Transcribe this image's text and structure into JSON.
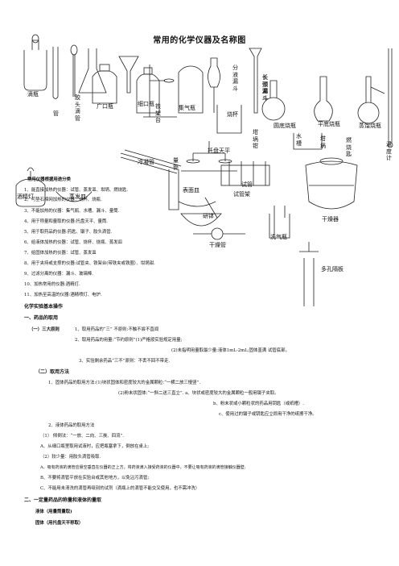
{
  "title": "常用的化学仪器及名称图",
  "apparatus_labels": {
    "dropper_bottle": "滴瓶",
    "tube": "管",
    "dropper": "胶头滴管",
    "wide_mouth": "广口瓶",
    "narrow_mouth": "细口瓶",
    "iron_stand": "铁架台",
    "gas_bottle": "集气瓶",
    "sep_funnel": "分液漏斗",
    "long_funnel": "长颈漏斗",
    "beaker": "烧杯",
    "round_flask": "圆底烧瓶",
    "water_trough": "水槽",
    "flat_flask": "平底烧瓶",
    "distill_flask": "蒸馏烧瓶",
    "thermometer": "温度计",
    "crucible": "坩埚",
    "tongs": "坩埚钳",
    "burner": "燃烧匙",
    "tray_balance": "托盘天平",
    "condenser": "冷凝管",
    "measuring_cyl": "量筒",
    "watch_glass": "表面皿",
    "test_tube": "试管",
    "test_tube_rack": "试管架",
    "mortar": "研钵",
    "dry_tube": "干燥管",
    "desiccator": "干燥器",
    "wash_bottle": "洗气瓶",
    "porous_plate": "多孔隔板",
    "alcohol_lamp": "酒精灯",
    "evap_dish": "蒸发皿"
  },
  "uses_heading": "常用仪器根据用途分类",
  "uses": [
    "1、能直接加热的仪器：试管、蒸发皿、坩埚、燃烧匙.",
    "2、可垫石棉网加热的仪器：烧杯、烧瓶.",
    "3、不能加热的仪器：集气瓶、水槽、漏斗、量筒.",
    "4、用于称量和量取的仪器:托盘天平、量筒.",
    "5、用于取药品的仪器:药匙、镊子、胶头滴管.",
    "6、给液体加热的仪器：试管、烧杯、烧瓶、蒸发皿",
    "7、给固体加热的仪器：试管、蒸发皿",
    "8、用于夹持或支撑的仪器:试管夹、铁架台(带铁夹或铁圈）、坩埚钳.",
    "9、过滤分离的仪器：漏斗、玻璃棒.",
    "10、加热常用的仪器:酒精灯.",
    "11、加热至高温的仪器:酒精喷灯、电炉."
  ],
  "ops_heading": "化学实验基本操作",
  "sec1": "一、药品的取用",
  "sec1_sub": "（一）三大原则",
  "rules": [
    "1、取用药品的“三”   不原则:不触不尝不直闻",
    "2、取用药品的用量:“节约原则”(1)严格按实验规定用量;",
    "(2)未指明用量取最少量:液体1mL-2mL;固体盖满  试管底部。",
    "3、实验剩余药品“三不”原则：不丢不回不带走."
  ],
  "sec2": "（二）取用方法",
  "solid": [
    "1、固体药品的取用方法:(1)块状固体和密度较大的金属颗粒:“一横二放三慢竖”.",
    "(2)粉末状固体:“一斜二送三直立”. a、块状或密度较大的金属颗粒一般用镊子夹取。",
    "b、粉末状或小颗粒状的药品用钥匙（或纸槽）.",
    "c、使用过的镊子或钥匙应立即用干净的纸擦干净。"
  ],
  "liquid": [
    "2、液体药品的取用方法",
    "（1） 倾倒法：“一放、二向、三挨、四流”.",
    "A、从细口瓶里取用试液时，应把瓶塞拿下，倒放在桌上;",
    "（2）较少量：用胶头滴管吸取.",
    "A、吸有药液的滴管应悬空垂直在仪器的正上方，将药液滴入接受药液的仪器中，不要让吸有药液的滴管接触仪器壁;",
    "B、不要将滴管平放在实验台或其他地方，以免沾污滴管;",
    "C、不能用未清洗的滴管再吸别的试剂（滴瓶上的滴管不能交叉使用，也不需冲洗）"
  ],
  "sec3": "二、一定量药品的称量和液体的量取",
  "sec3a": "液体（用量筒量取)",
  "sec3b": "固体（用托盘天平称取）"
}
